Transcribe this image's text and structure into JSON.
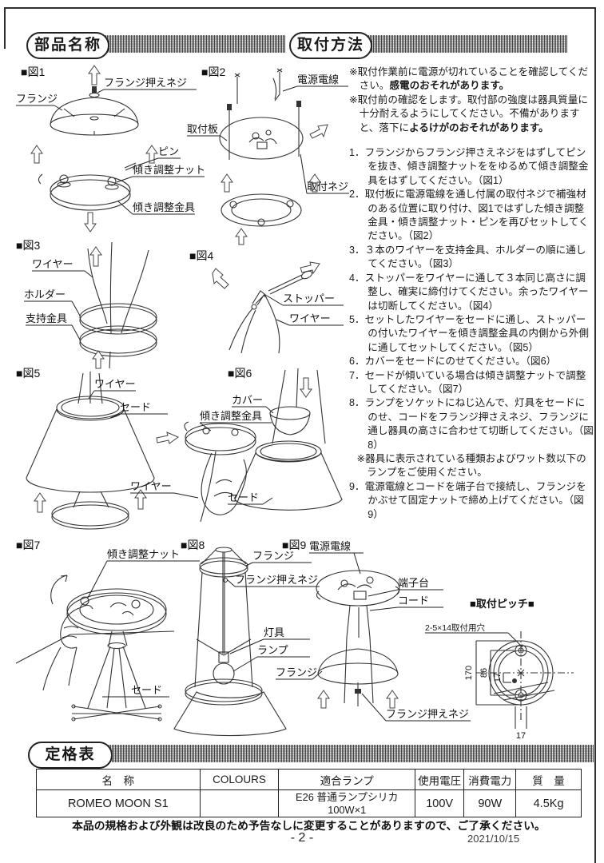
{
  "sections": {
    "parts_title": "部品名称",
    "install_title": "取付方法",
    "rating_title": "定格表"
  },
  "instructions": {
    "warnings": [
      {
        "pre": "※",
        "text": "取付作業前に電源が切れていることを確認してください。",
        "bold": "感電のおそれがあります。"
      },
      {
        "pre": "※",
        "text": "取付前の確認をします。取付部の強度は器具質量に十分耐えるようにしてください。不備がありますと、落下に",
        "bold": "よるけがのおそれがあります。"
      }
    ],
    "steps": [
      {
        "num": "1．",
        "text": "フランジからフランジ押さえネジをはずしてピンを抜き、傾き調整ナットををゆるめて傾き調整金具をはずしてください。（図1）"
      },
      {
        "num": "2．",
        "text": "取付板に電源電線を通し付属の取付ネジで補強材のある位置に取り付け、図1ではずした傾き調整金具・傾き調整ナット・ピンを再びセットしてください。（図2）"
      },
      {
        "num": "3．",
        "text": "３本のワイヤーを支持金具、ホルダーの順に通してください。（図3）"
      },
      {
        "num": "4．",
        "text": "ストッパーをワイヤーに通して３本同じ高さに調整し、確実に締付けてください。余ったワイヤーは切断してください。（図4）"
      },
      {
        "num": "5．",
        "text": "セットしたワイヤーをセードに通し、ストッパーの付いたワイヤーを傾き調整金具の内側から外側に通してセットしてください。（図5）"
      },
      {
        "num": "6．",
        "text": "カバーをセードにのせてください。（図6）"
      },
      {
        "num": "7．",
        "text": "セードが傾いている場合は傾き調整ナットで調整してください。（図7）"
      },
      {
        "num": "8．",
        "text": "ランプをソケットにねじ込んで、灯具をセードにのせ、コードをフランジ押さえネジ、フランジに通し器具の高さに合わせて切断してください。（図8）"
      },
      {
        "num": "9．",
        "text": "電源電線とコードを端子台で接続し、フランジをかぶせて固定ナットで締め上げてください。（図9）"
      }
    ],
    "lamp_note": {
      "pre": "※",
      "text": "器具に表示されている種類およびワット数以下のランプをご使用ください。"
    }
  },
  "figures": {
    "fig1": {
      "title": "■図1",
      "flange": "フランジ",
      "flange_screw": "フランジ押えネジ",
      "pin": "ピン",
      "tilt_nut": "傾き調整ナット",
      "tilt_bracket": "傾き調整金具"
    },
    "fig2": {
      "title": "■図2",
      "power_wire": "電源電線",
      "mount_plate": "取付板",
      "mount_screw": "取付ネジ"
    },
    "fig3": {
      "title": "■図3",
      "wire": "ワイヤー",
      "holder": "ホルダー",
      "support": "支持金具"
    },
    "fig4": {
      "title": "■図4",
      "stopper": "ストッパー",
      "wire": "ワイヤー"
    },
    "fig5": {
      "title": "■図5",
      "wire_top": "ワイヤー",
      "shade": "セード",
      "tilt_bracket": "傾き調整金具",
      "wire_low": "ワイヤー"
    },
    "fig6": {
      "title": "■図6",
      "cover": "カバー",
      "shade": "セード"
    },
    "fig7": {
      "title": "■図7",
      "tilt_nut": "傾き調整ナット",
      "shade": "セード"
    },
    "fig8": {
      "title": "■図8",
      "flange": "フランジ",
      "flange_screw": "フランジ押えネジ",
      "fixture": "灯具",
      "lamp": "ランプ"
    },
    "fig9": {
      "title": "■図9",
      "power_wire": "電源電線",
      "terminal": "端子台",
      "cord": "コード",
      "flange": "フランジ",
      "flange_screw": "フランジ押えネジ"
    },
    "pitch": {
      "title": "■取付ピッチ■",
      "hole": "2-5×14取付用穴",
      "d170": "170",
      "d86": "86",
      "d17": "17",
      "d17b": "17"
    }
  },
  "table": {
    "headers": [
      "名　称",
      "COLOURS",
      "適合ランプ",
      "使用電圧",
      "消費電力",
      "質　量"
    ],
    "row": {
      "name": "ROMEO MOON S1",
      "colours": "",
      "lamp_line1": "E26 普通ランプシリカ",
      "lamp_line2": "100W×1",
      "voltage": "100V",
      "power": "90W",
      "weight": "4.5Kg"
    }
  },
  "footer": {
    "note": "本品の規格および外観は改良のため予告なしに変更することがありますので、ご了承ください。",
    "page": "- 2 -",
    "date": "2021/10/15"
  }
}
